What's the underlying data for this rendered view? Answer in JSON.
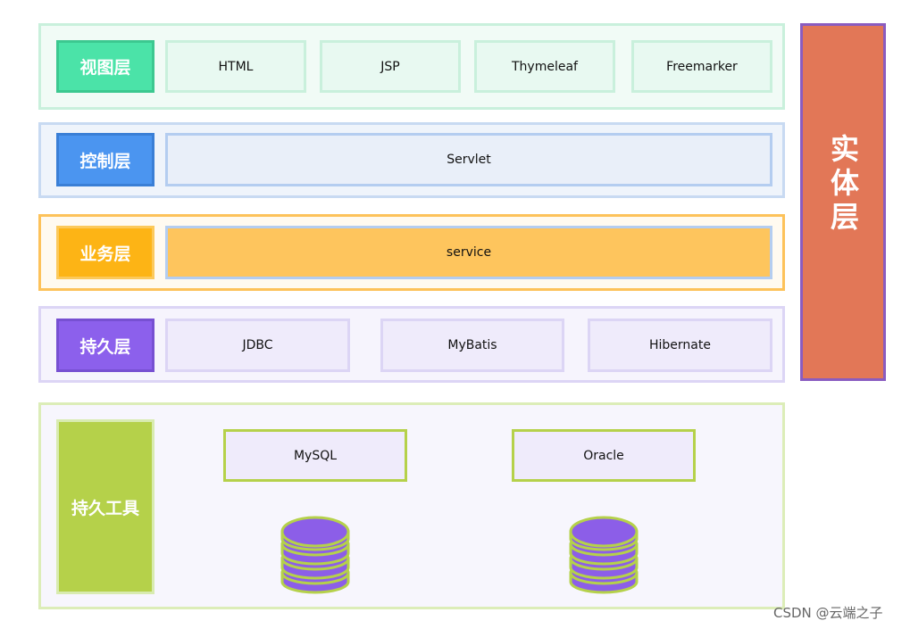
{
  "layers": {
    "view": {
      "label": "视图层",
      "items": [
        "HTML",
        "JSP",
        "Thymeleaf",
        "Freemarker"
      ]
    },
    "control": {
      "label": "控制层",
      "items": [
        "Servlet"
      ]
    },
    "business": {
      "label": "业务层",
      "items": [
        "service"
      ]
    },
    "persistence": {
      "label": "持久层",
      "items": [
        "JDBC",
        "MyBatis",
        "Hibernate"
      ]
    },
    "tools": {
      "label": "持久工具",
      "items": [
        "MySQL",
        "Oracle"
      ]
    }
  },
  "entity": {
    "label": "实体层"
  },
  "watermark": "CSDN @云端之子",
  "colors": {
    "view_accent": "#4be3a8",
    "control_accent": "#4b95f0",
    "business_accent": "#fdb415",
    "persistence_accent": "#8c60ec",
    "tools_accent": "#b5d14a",
    "entity": "#e27757",
    "database": "#8c5ee8"
  },
  "icons": {
    "database": "database-icon"
  }
}
